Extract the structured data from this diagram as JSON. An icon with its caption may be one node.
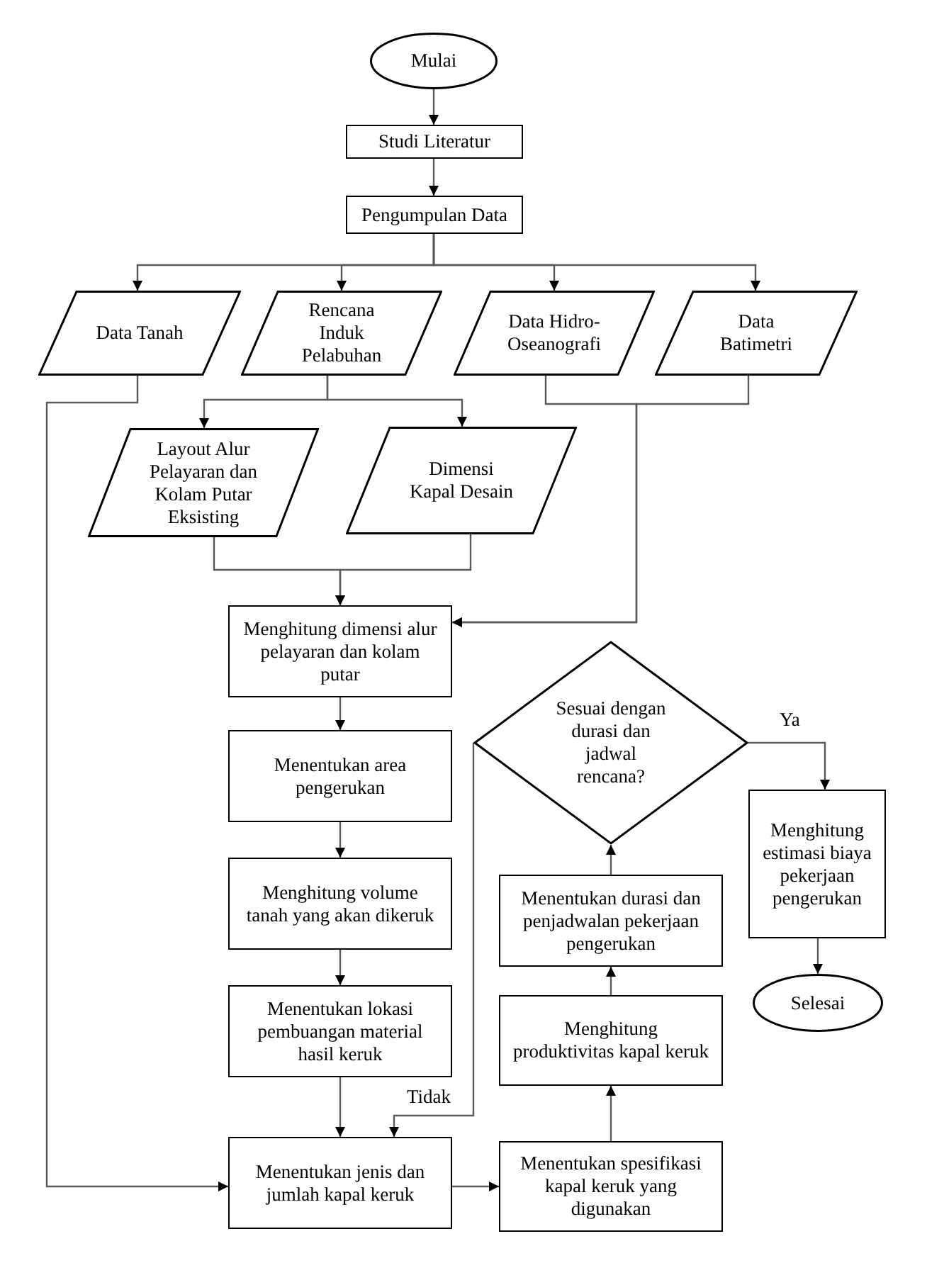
{
  "diagram": {
    "nodes": [
      {
        "text": [
          "Mulai"
        ]
      },
      {
        "text": [
          "Studi Literatur"
        ]
      },
      {
        "text": [
          "Pengumpulan Data"
        ]
      },
      {
        "text": [
          "Data Tanah"
        ]
      },
      {
        "text": [
          "Rencana Induk Pelabuhan"
        ]
      },
      {
        "text": [
          "Data Hidro- Oseanografi"
        ]
      },
      {
        "text": [
          "Data Batimetri"
        ]
      },
      {
        "text": [
          "Layout Alur Pelayaran dan Kolam Putar Eksisting"
        ]
      },
      {
        "text": [
          "Dimensi Kapal Desain"
        ]
      },
      {
        "text": [
          "Menghitung dimensi alur pelayaran dan kolam putar"
        ]
      },
      {
        "text": [
          "Menentukan area pengerukan"
        ]
      },
      {
        "text": [
          "Menghitung volume tanah yang akan dikeruk"
        ]
      },
      {
        "text": [
          "Menentukan lokasi pembuangan material hasil keruk"
        ]
      },
      {
        "text": [
          "Menentukan jenis dan jumlah kapal keruk"
        ]
      },
      {
        "text": [
          "Menentukan spesifikasi kapal keruk yang digunakan"
        ]
      },
      {
        "text": [
          "Menghitung produktivitas kapal keruk"
        ]
      },
      {
        "text": [
          "Menentukan durasi dan penjadwalan pekerjaan pengerukan"
        ]
      },
      {
        "text": [
          "Sesuai dengan durasi dan jadwal rencana?"
        ]
      },
      {
        "text": [
          "Menghitung estimasi biaya pekerjaan pengerukan"
        ]
      },
      {
        "text": [
          "Selesai"
        ]
      }
    ],
    "edges": [
      {
        "from": 0,
        "to": 1,
        "arrow": "to"
      },
      {
        "from": 1,
        "to": 2,
        "arrow": "to"
      },
      {
        "from": 2,
        "to": 3,
        "arrow": "to"
      },
      {
        "from": 2,
        "to": 4,
        "arrow": "to"
      },
      {
        "from": 2,
        "to": 5,
        "arrow": "to"
      },
      {
        "from": 2,
        "to": 6,
        "arrow": "to"
      },
      {
        "from": 3,
        "to": 13,
        "arrow": "to"
      },
      {
        "from": 4,
        "to": 7,
        "arrow": "to"
      },
      {
        "from": 4,
        "to": 8,
        "arrow": "to"
      },
      {
        "from": 5,
        "to": 9,
        "arrow": "to"
      },
      {
        "from": 6,
        "to": 9,
        "arrow": "to"
      },
      {
        "from": 7,
        "to": 9,
        "arrow": "to"
      },
      {
        "from": 8,
        "to": 9,
        "arrow": "to"
      },
      {
        "from": 9,
        "to": 10,
        "arrow": "to"
      },
      {
        "from": 10,
        "to": 11,
        "arrow": "to"
      },
      {
        "from": 11,
        "to": 12,
        "arrow": "to"
      },
      {
        "from": 12,
        "to": 13,
        "arrow": "to"
      },
      {
        "from": 13,
        "to": 14,
        "arrow": "to"
      },
      {
        "from": 14,
        "to": 15,
        "arrow": "to"
      },
      {
        "from": 15,
        "to": 16,
        "arrow": "to"
      },
      {
        "from": 16,
        "to": 17,
        "arrow": "to"
      },
      {
        "from": 17,
        "to": 18,
        "arrow": "to",
        "label": "Ya"
      },
      {
        "from": 18,
        "to": 19,
        "arrow": "to"
      },
      {
        "from": 17,
        "to": 13,
        "arrow": "to",
        "label": "Tidak"
      }
    ]
  }
}
